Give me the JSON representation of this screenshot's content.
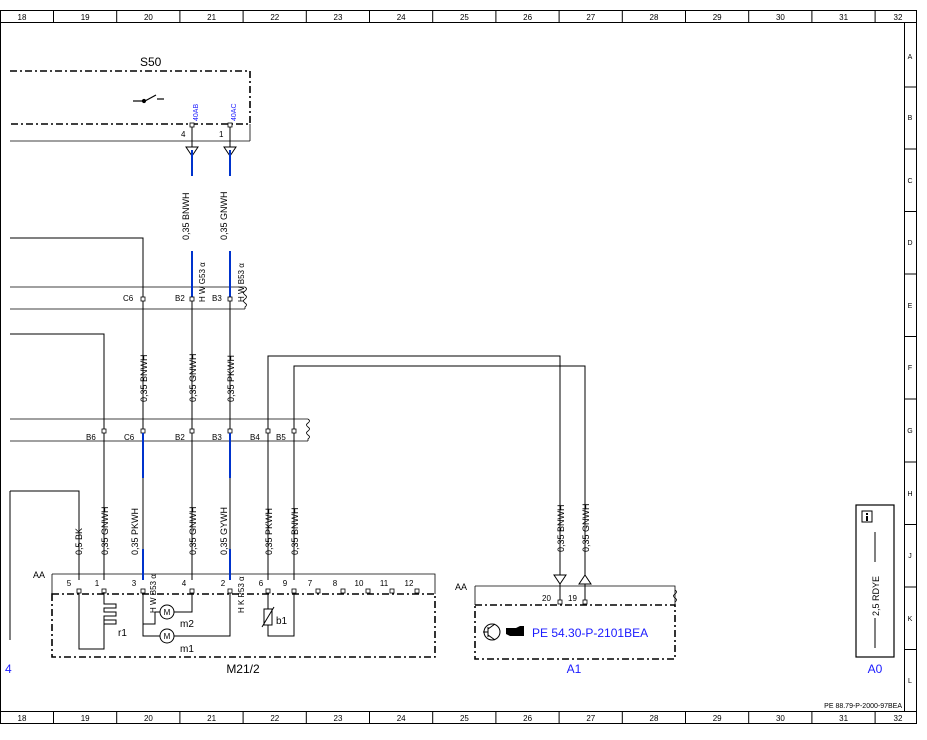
{
  "frame": {
    "column_numbers": [
      "18",
      "19",
      "20",
      "21",
      "22",
      "23",
      "24",
      "25",
      "26",
      "27",
      "28",
      "29",
      "30",
      "31",
      "32"
    ],
    "row_letters": [
      "A",
      "B",
      "C",
      "D",
      "E",
      "F",
      "G",
      "H",
      "J",
      "K",
      "L"
    ],
    "document_code": "PE 88.79-P-2000-97BEA"
  },
  "components": {
    "s50": {
      "label": "S50",
      "pin_4": "4",
      "pin_1": "1",
      "ref_40ab": "40AB",
      "ref_40ac": "40AC"
    },
    "m21_2": {
      "label": "M21/2",
      "connector": "AA",
      "pins": [
        "5",
        "1",
        "3",
        "4",
        "2",
        "6",
        "9",
        "7",
        "8",
        "10",
        "11",
        "12"
      ],
      "r1": "r1",
      "m2": "m2",
      "m1": "m1",
      "b1": "b1",
      "motor_symbol": "M"
    },
    "a1": {
      "label": "A1",
      "connector": "AA",
      "pin_20": "20",
      "pin_19": "19",
      "ref_link": "PE 54.30-P-2101BEA"
    },
    "a0": {
      "label": "A0",
      "wire": "2,5 RDYE"
    },
    "partial_label": "4"
  },
  "wires": {
    "s50_4": "0,35 BNWH",
    "s50_1": "0,35 GNWH",
    "mid_c6": "0,35 BNWH",
    "mid_b2": "0,35 GNWH",
    "mid_b3": "0,35 PKWH",
    "low_bk": "0,5 BK",
    "low_b6": "0,35 GNWH",
    "low_c6": "0,35 PKWH",
    "low_b2": "0,35 GNWH",
    "low_b3": "0,35 GYWH",
    "low_b4": "0,35 PKWH",
    "low_b5": "0,35 BNWH",
    "a1_20": "0,35 BNWH",
    "a1_19": "0,35 GNWH"
  },
  "connectors_upper": {
    "c6": "C6",
    "b2": "B2",
    "b3": "B3"
  },
  "connectors_lower": {
    "b6": "B6",
    "c6": "C6",
    "b2": "B2",
    "b3": "B3",
    "b4": "B4",
    "b5": "B5"
  },
  "shielding": {
    "upper_left": "H W G53 α",
    "upper_right": "H W B53 α",
    "lower_left": "H W B53 α",
    "lower_right": "H K P53 α"
  },
  "colors": {
    "line": "#000000",
    "highlight": "#0033cc",
    "link": "#1a1aff",
    "grid": "#000000"
  }
}
